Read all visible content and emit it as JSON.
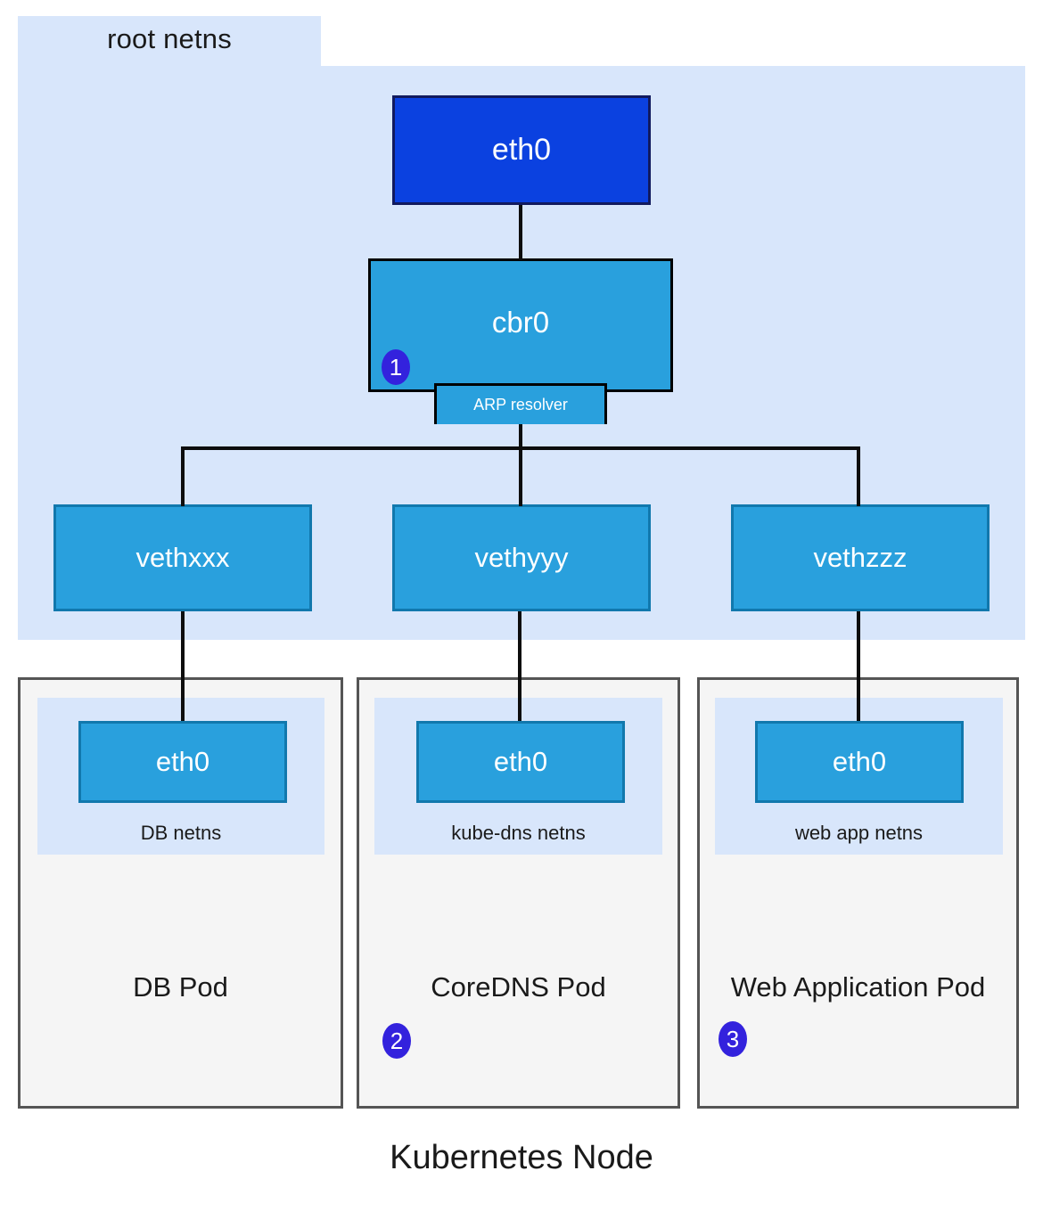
{
  "diagram": {
    "caption": "Kubernetes Node",
    "root_netns": {
      "label": "root netns"
    },
    "host_interface": {
      "label": "eth0"
    },
    "bridge": {
      "label": "cbr0",
      "sub_component": "ARP resolver",
      "badge": "1"
    },
    "veth_pairs": [
      {
        "label": "vethxxx"
      },
      {
        "label": "vethyyy"
      },
      {
        "label": "vethzzz"
      }
    ],
    "pods": [
      {
        "title": "DB Pod",
        "netns_label": "DB netns",
        "interface": "eth0",
        "badge": ""
      },
      {
        "title": "CoreDNS Pod",
        "netns_label": "kube-dns netns",
        "interface": "eth0",
        "badge": "2"
      },
      {
        "title": "Web Application Pod",
        "netns_label": "web app netns",
        "interface": "eth0",
        "badge": "3"
      }
    ],
    "colors": {
      "root_netns_fill": "#d8e6fb",
      "host_eth0_fill": "#0b41e0",
      "bridge_fill": "#29a0dd",
      "veth_fill": "#29a0dd",
      "pod_fill": "#f5f5f5",
      "pod_border": "#555555",
      "badge_fill": "#3322dd",
      "connector_line": "#0d0d0d"
    }
  }
}
